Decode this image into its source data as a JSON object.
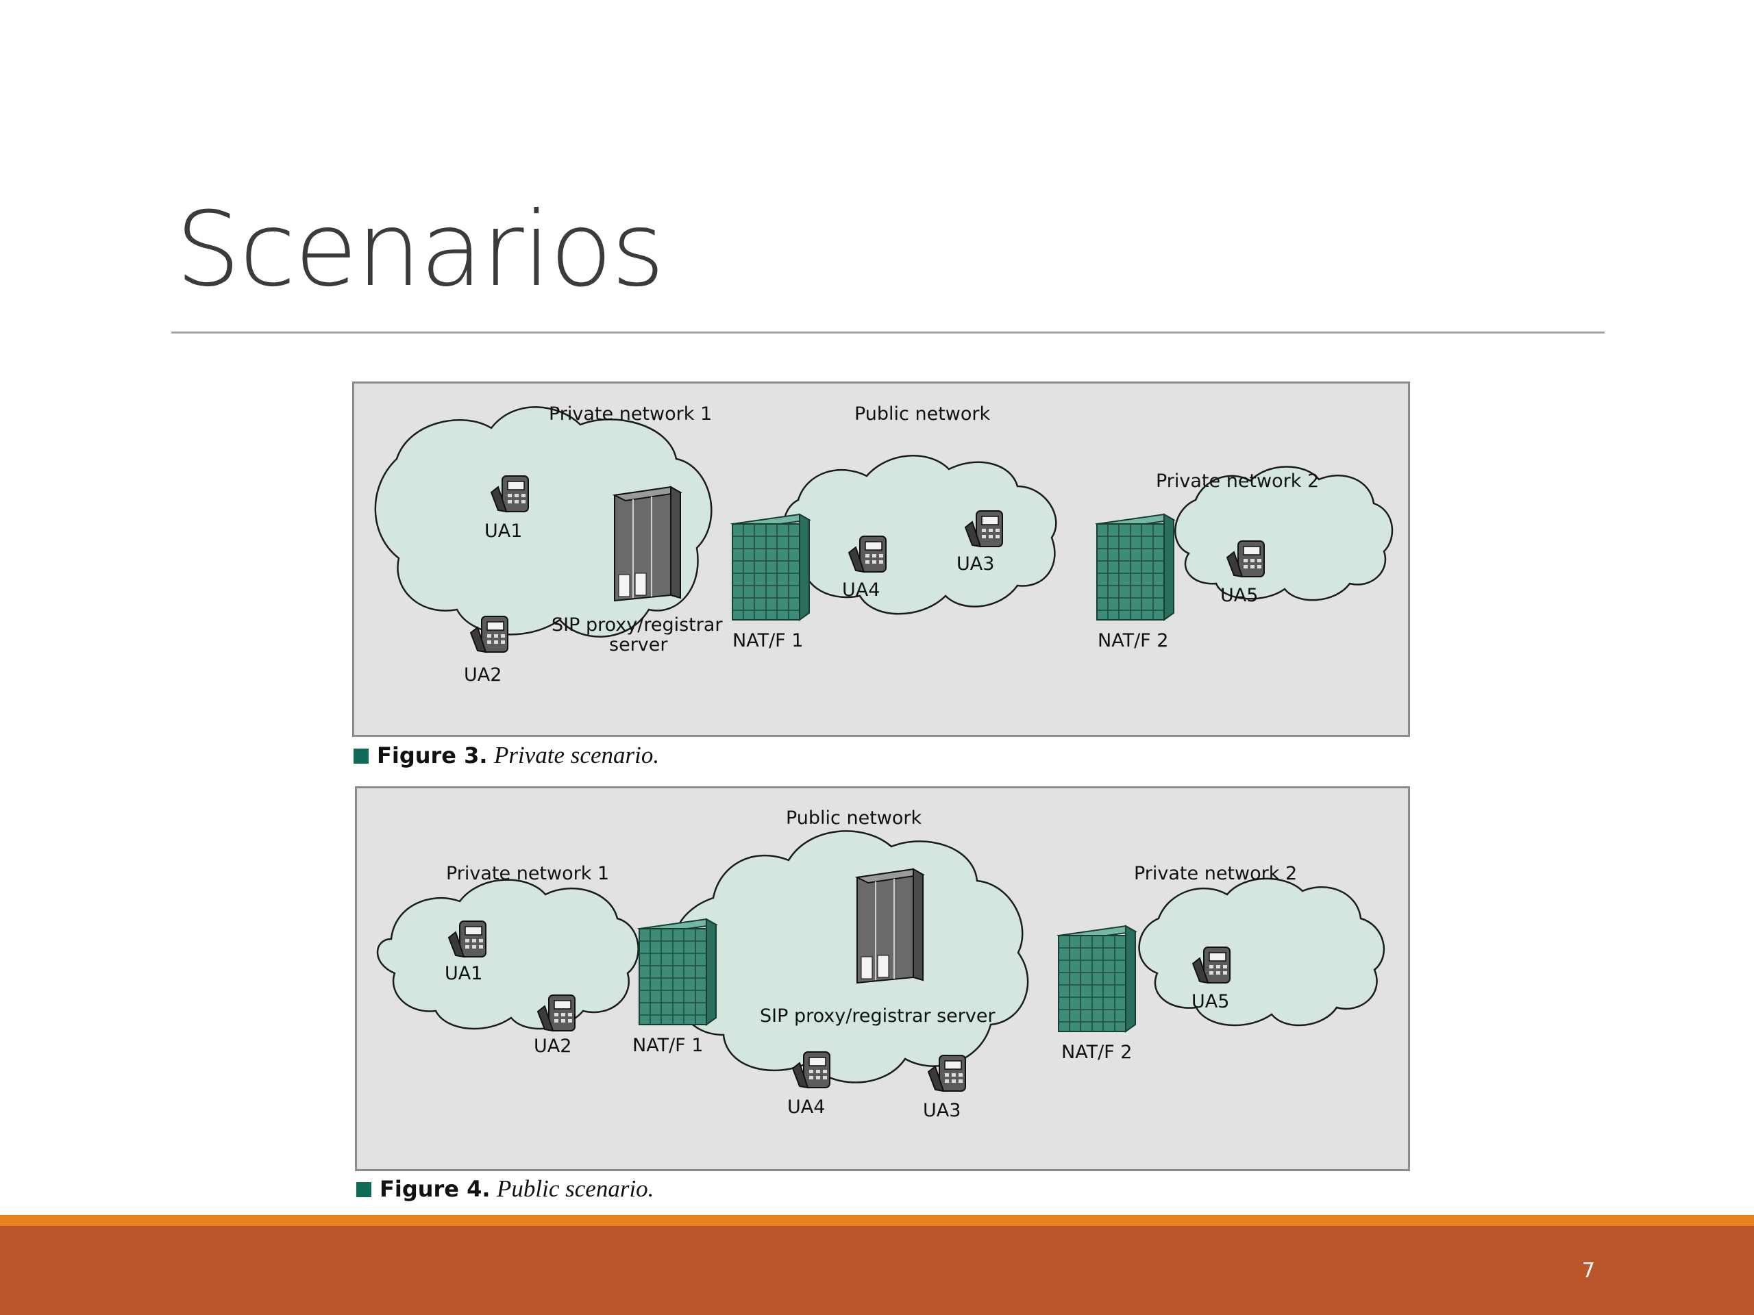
{
  "slide": {
    "title": "Scenarios",
    "page_number": "7"
  },
  "colors": {
    "cloud_fill": "#d5e6df",
    "cloud_stroke": "#1c1c1c",
    "firewall": "#3e8b78",
    "figure_bg": "#e2e2e2",
    "footer": "#bb562a",
    "footer_accent": "#e8821f"
  },
  "figure3": {
    "number": "Figure 3.",
    "caption": "Private scenario.",
    "labels": {
      "private1": "Private network 1",
      "public": "Public network",
      "private2": "Private network 2",
      "ua1": "UA1",
      "ua2": "UA2",
      "ua3": "UA3",
      "ua4": "UA4",
      "ua5": "UA5",
      "server_line1": "SIP proxy/registrar",
      "server_line2": "server",
      "nat1": "NAT/F 1",
      "nat2": "NAT/F 2"
    }
  },
  "figure4": {
    "number": "Figure 4.",
    "caption": "Public scenario.",
    "labels": {
      "public": "Public network",
      "private1": "Private network 1",
      "private2": "Private network 2",
      "ua1": "UA1",
      "ua2": "UA2",
      "ua3": "UA3",
      "ua4": "UA4",
      "ua5": "UA5",
      "server": "SIP proxy/registrar server",
      "nat1": "NAT/F 1",
      "nat2": "NAT/F 2"
    }
  },
  "icons": {
    "phone": "telephone-icon",
    "server": "server-icon",
    "firewall": "firewall-icon"
  }
}
